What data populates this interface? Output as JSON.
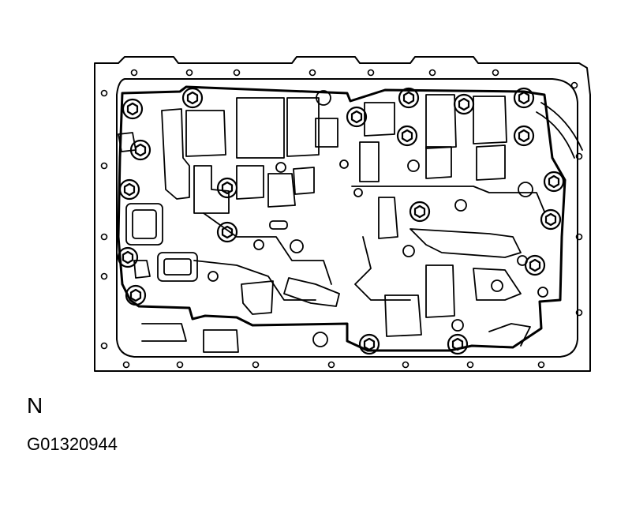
{
  "view_label": "N",
  "figure_code": "G01320944",
  "colors": {
    "line": "#000000",
    "background": "#ffffff"
  },
  "components": {
    "bolts": "hex-flange-bolts",
    "gasket": "valve-body-outline",
    "oil_pan": "transmission-oil-pan-flange"
  }
}
